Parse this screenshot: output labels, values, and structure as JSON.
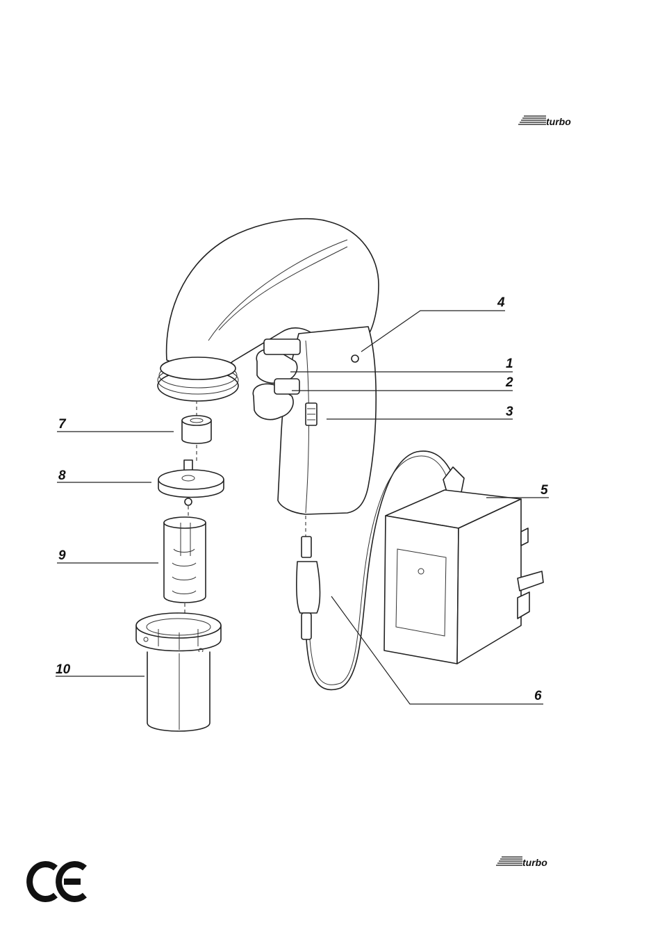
{
  "logo": {
    "text": "turbo"
  },
  "ce_mark": "CE",
  "callouts": [
    {
      "id": "1",
      "label": "1"
    },
    {
      "id": "2",
      "label": "2"
    },
    {
      "id": "3",
      "label": "3"
    },
    {
      "id": "4",
      "label": "4"
    },
    {
      "id": "5",
      "label": "5"
    },
    {
      "id": "6",
      "label": "6"
    },
    {
      "id": "7",
      "label": "7"
    },
    {
      "id": "8",
      "label": "8"
    },
    {
      "id": "9",
      "label": "9"
    },
    {
      "id": "10",
      "label": "10"
    }
  ]
}
